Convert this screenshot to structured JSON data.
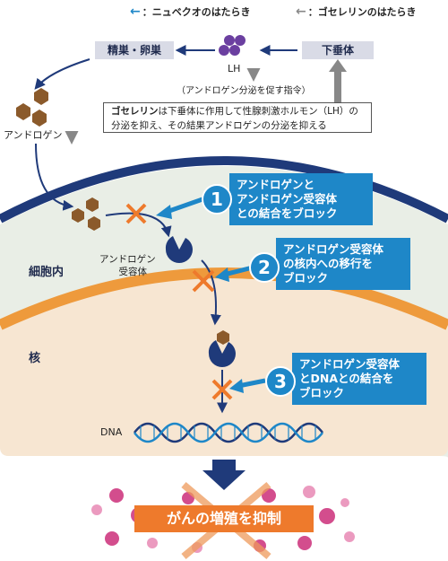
{
  "legend": {
    "nubeqa_label": "：ニュベクオのはたらき",
    "goserelin_label": "：ゴセレリンのはたらき",
    "nubeqa_color": "#1e87c8",
    "goserelin_color": "#888888"
  },
  "top": {
    "gonads_label": "精巣・卵巣",
    "pituitary_label": "下垂体",
    "lh_label": "LH",
    "lh_note": "（アンドロゲン分泌を促す指令）",
    "androgen_label": "アンドロゲン",
    "goserelin_note_bold": "ゴセレリン",
    "goserelin_note_line1_rest": "は下垂体に作用して性腺刺激ホルモン（LH）の",
    "goserelin_note_line2": "分泌を抑え、その結果アンドロゲンの分泌を抑える"
  },
  "cell": {
    "cytoplasm_label": "細胞内",
    "nucleus_label": "核",
    "receptor_label_line1": "アンドロゲン",
    "receptor_label_line2": "受容体",
    "dna_label": "DNA"
  },
  "steps": [
    {
      "number": "1",
      "lines": [
        "アンドロゲンと",
        "アンドロゲン受容体",
        "との結合をブロック"
      ]
    },
    {
      "number": "2",
      "lines": [
        "アンドロゲン受容体",
        "の核内への移行を",
        "ブロック"
      ]
    },
    {
      "number": "3",
      "lines": [
        "アンドロゲン受容体",
        "とDNAとの結合を",
        "ブロック"
      ]
    }
  ],
  "result": {
    "label": "がんの増殖を抑制"
  },
  "colors": {
    "navy": "#1f3a7a",
    "brown": "#8b5a2b",
    "purple": "#6b3fa0",
    "orange": "#ee7a2c",
    "nucleus_fill": "#f7e6d2",
    "cytoplasm_fill": "#e9eee6"
  }
}
